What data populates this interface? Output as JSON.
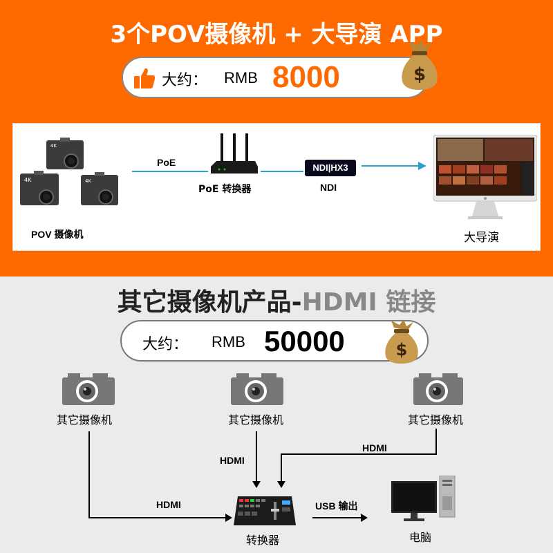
{
  "top": {
    "title": "3个POV摄像机 + 大导演 APP",
    "price": {
      "label": "大约：",
      "currency": "RMB",
      "value": "8000"
    },
    "diagram": {
      "cameras_label": "POV 摄像机",
      "poe_edge": "PoE",
      "switch_label": "PoE 转换器",
      "ndi_badge": "NDI|HX3",
      "ndi_label": "NDI",
      "director_label": "大导演"
    }
  },
  "bottom": {
    "title_main": "其它摄像机产品-",
    "title_gray": "HDMI 链接",
    "price": {
      "label": "大约：",
      "currency": "RMB",
      "value": "50000"
    },
    "cameras": [
      "其它摄像机",
      "其它摄像机",
      "其它摄像机"
    ],
    "edges": {
      "left": "HDMI",
      "middle": "HDMI",
      "right": "HDMI",
      "usb": "USB 输出"
    },
    "switcher_label": "转换器",
    "computer_label": "电脑"
  },
  "colors": {
    "orange": "#ff6a00",
    "price_orange": "#ff6a00",
    "line_blue": "#2aa0d0"
  }
}
